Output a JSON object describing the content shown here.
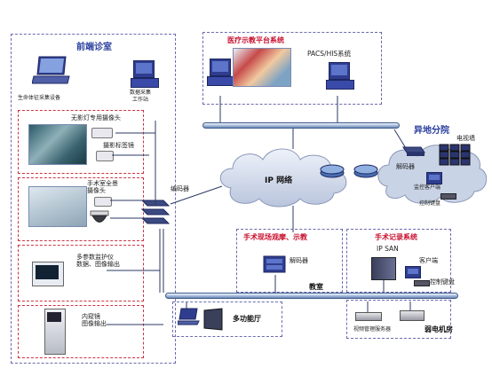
{
  "zones": {
    "front_room": {
      "title": "前端诊室"
    },
    "platform": {
      "title": "医疗示教平台系统"
    },
    "branch": {
      "title": "异地分院"
    },
    "broadcast": {
      "title": "手术现场观摩、示教"
    },
    "record": {
      "title": "手术记录系统"
    }
  },
  "labels": {
    "vital_signs_device": "生命体征采集设备",
    "data_workstation": "数据采集\n工作站",
    "shadowless_camera": "无影灯专用摄像头",
    "thoracoscope_camera": "摄影标签镜",
    "or_panorama_camera": "手术室全景\n摄像头",
    "multi_param_monitor": "多参数监护仪\n数据、图像输出",
    "endoscope": "内窥镜\n图像输出",
    "encoder": "编码器",
    "pacs_his": "PACS/HIS系统",
    "ip_network": "IP 网络",
    "decoder_branch": "解码器",
    "tv_wall": "电视墙",
    "monitoring_client": "监控客户端",
    "control_keyboard_branch": "控制键盘",
    "decoder_class": "解码器",
    "classroom": "教室",
    "ip_san": "IP SAN",
    "client": "客户端",
    "control_keyboard": "控制键盘",
    "video_server": "视频管理服务器",
    "weak_room": "弱电机房",
    "multifunction_hall": "多功能厅"
  },
  "colors": {
    "dash_blue": "#6b6bb0",
    "dash_red": "#cc3344",
    "title_blue": "#2a3f9e",
    "title_red": "#c8102e",
    "bus": "#9db4d6",
    "cloud": "#c9d3e6"
  }
}
